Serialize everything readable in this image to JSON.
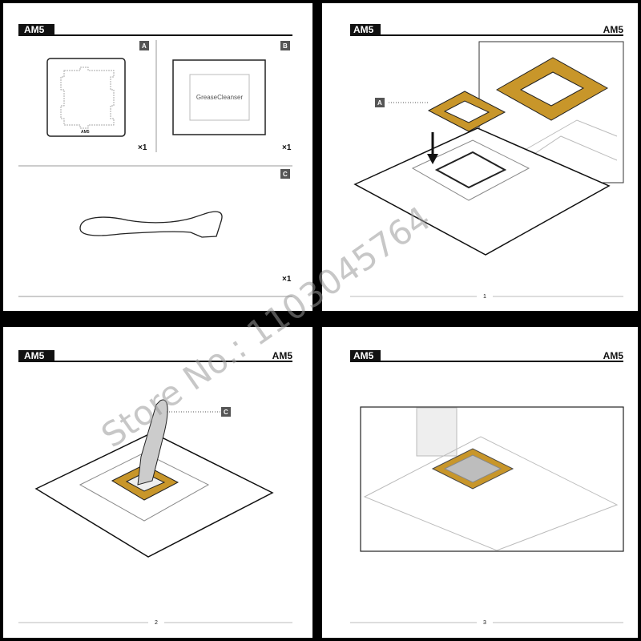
{
  "pages": [
    {
      "header": "AM5",
      "parts": [
        {
          "label": "A",
          "qty": "×1",
          "frame_text": "AM5"
        },
        {
          "label": "B",
          "qty": "×1",
          "product_text": "GreaseCleanser"
        },
        {
          "label": "C",
          "qty": "×1"
        }
      ]
    },
    {
      "header": "AM5",
      "header_right": "AM5",
      "callout": "A",
      "page_number": "1"
    },
    {
      "header": "AM5",
      "header_right": "AM5",
      "callout": "C",
      "page_number": "2"
    },
    {
      "header": "AM5",
      "header_right": "AM5",
      "page_number": "3"
    }
  ],
  "watermark": "Store No.: 1103045764",
  "colors": {
    "frame_gold": "#c8962a",
    "paste_gray": "#bdbdbd",
    "divider": "#000000"
  }
}
